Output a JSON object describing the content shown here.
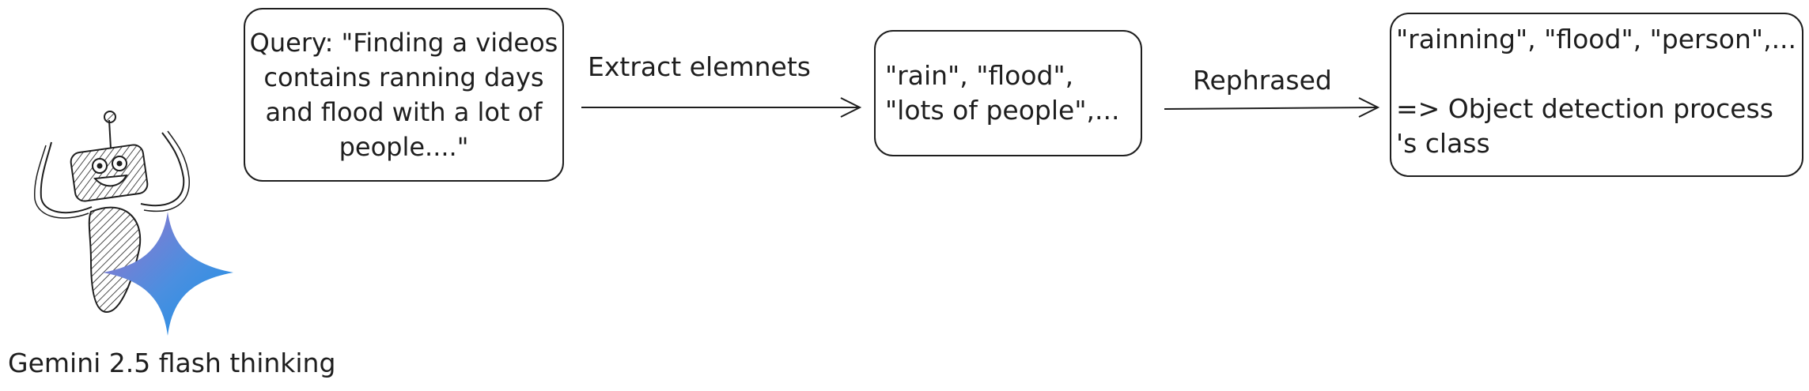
{
  "diagram": {
    "robot_caption": "Gemini 2.5 flash thinking",
    "query_box": "Query: \"Finding a videos\ncontains ranning days\nand flood with a lot of\npeople....\"",
    "extract_label": "Extract elemnets",
    "elements_box": "\"rain\", \"flood\",\n\"lots of people\",...",
    "rephrased_label": "Rephrased",
    "result_box": "\"rainning\", \"flood\", \"person\",...\n\n=> Object detection process\n's class"
  },
  "colors": {
    "stroke": "#1e1e1e",
    "sparkle_start": "#9b72cb",
    "sparkle_end": "#1c8fe5"
  }
}
